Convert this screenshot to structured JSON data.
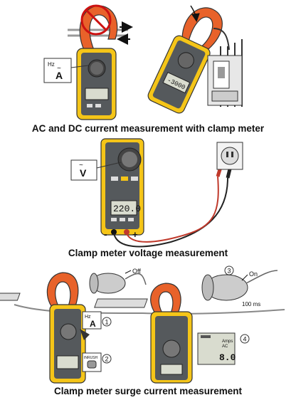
{
  "captions": {
    "section1": "AC and DC current measurement with clamp meter",
    "section2": "Clamp meter voltage measurement",
    "section3": "Clamp meter surge current measurement"
  },
  "section1": {
    "dial_symbol_top": "Hz",
    "dial_symbol_main": "A",
    "display_right": "-3000"
  },
  "section2": {
    "dial_symbol": "V",
    "display_value": "220.0",
    "terminal_minus": "-",
    "terminal_plus": "+"
  },
  "section3": {
    "off_label": "Off",
    "on_label": "On",
    "duration_label": "100 ms",
    "inrush_label": "INRUSH",
    "dial_symbol_top": "Hz",
    "dial_symbol_main": "A",
    "unit_amps": "Amps",
    "unit_ac": "AC",
    "display_value": "8.0",
    "steps": [
      "1",
      "2",
      "3",
      "4"
    ]
  },
  "colors": {
    "meter_yellow": "#f5c518",
    "meter_gray": "#55595c",
    "jaw_orange": "#e8622a",
    "display_lcd": "#d9dccf",
    "probe_red": "#c0392b",
    "probe_black": "#222222",
    "prohibit_red": "#cc1111"
  }
}
